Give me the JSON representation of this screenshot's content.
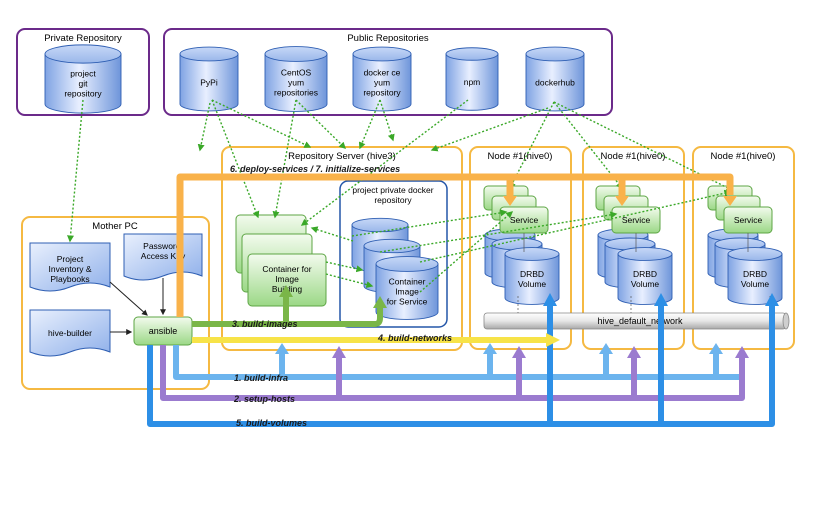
{
  "groups": {
    "private_repo": "Private Repository",
    "public_repos": "Public Repositories",
    "repo_server": "Repository Server (hive3)",
    "mother_pc": "Mother PC",
    "node1": "Node #1(hive0)",
    "node2": "Node #1(hive0)",
    "node3": "Node #1(hive0)",
    "docker_repo": [
      "project private docker",
      "repository"
    ]
  },
  "repos": {
    "git": [
      "project",
      "git",
      "repository"
    ],
    "pypi": [
      "PyPi"
    ],
    "centos": [
      "CentOS",
      "yum",
      "repositories"
    ],
    "dockerce": [
      "docker ce",
      "yum",
      "repository"
    ],
    "npm": [
      "npm"
    ],
    "dockerhub": [
      "dockerhub"
    ]
  },
  "mother": {
    "inventory": [
      "Project",
      "Inventory &",
      "Playbooks"
    ],
    "password": [
      "Password/",
      "Access Key"
    ],
    "builder": "hive-builder",
    "ansible": "ansible"
  },
  "server": {
    "container_image_building": [
      "Container for",
      "Image",
      "Building"
    ],
    "container_image_service": [
      "Container",
      "Image",
      "for Service"
    ]
  },
  "node": {
    "service": "Service",
    "drbd": [
      "DRBD",
      "Volume"
    ]
  },
  "network": "hive_default_network",
  "steps": {
    "deploy": "6. deploy-services / 7. initialize-services",
    "build_images": "3. build-images",
    "build_networks": "4. build-networks",
    "build_infra": "1. build-infra",
    "setup_hosts": "2. setup-hosts",
    "build_volumes": "5. build-volumes"
  },
  "colors": {
    "purple_frame": "#6b2a8a",
    "orange_frame": "#f5b942",
    "deploy_orange": "#f9b24a",
    "images_green": "#7ab648",
    "networks_yellow": "#f7e348",
    "infra_lightblue": "#6cb4ee",
    "hosts_purple": "#9b7bcf",
    "volumes_blue": "#2d8fe6",
    "dotted_green": "#3aa828",
    "cylinder_blue": "#5b84cf",
    "box_green": "#8fd37a"
  }
}
